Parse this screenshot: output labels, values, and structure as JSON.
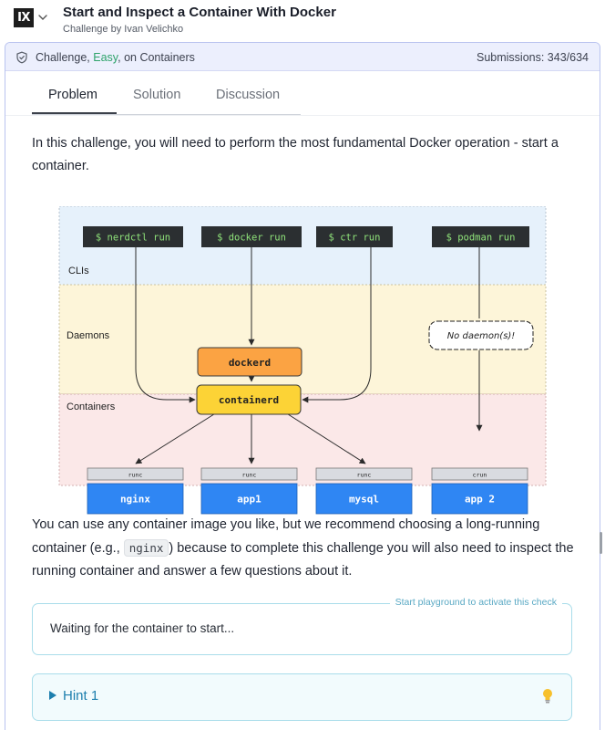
{
  "header": {
    "logo_text": "IX",
    "title": "Start and Inspect a Container With Docker",
    "subtitle": "Challenge by Ivan Velichko"
  },
  "infobar": {
    "prefix": "Challenge, ",
    "difficulty": "Easy",
    "suffix": ", on Containers",
    "submissions": "Submissions: 343/634",
    "difficulty_color": "#2fa36b"
  },
  "tabs": [
    {
      "label": "Problem",
      "active": true
    },
    {
      "label": "Solution",
      "active": false
    },
    {
      "label": "Discussion",
      "active": false
    }
  ],
  "intro": "In this challenge, you will need to perform the most fundamental Docker operation - start a container.",
  "diagram": {
    "sections": [
      "CLIs",
      "Daemons",
      "Containers"
    ],
    "clis": [
      "$ nerdctl run",
      "$ docker run",
      "$ ctr run",
      "$ podman run"
    ],
    "daemons": [
      "dockerd",
      "containerd"
    ],
    "no_daemon_note": "No daemon(s)!",
    "runtimes": [
      "runc",
      "runc",
      "runc",
      "crun"
    ],
    "containers": [
      "nginx",
      "app1",
      "mysql",
      "app 2"
    ],
    "colors": {
      "cli_bg": "#2b2f31",
      "cli_text": "#8fe37a",
      "dockerd": "#fba343",
      "containerd": "#fcd336",
      "container_box": "#2f86f3"
    }
  },
  "para2": {
    "before": "You can use any container image you like, but we recommend choosing a long-running container (e.g., ",
    "code": "nginx",
    "after": ") because to complete this challenge you will also need to inspect the running container and answer a few questions about it."
  },
  "check": {
    "legend": "Start playground to activate this check",
    "status": "Waiting for the container to start..."
  },
  "hint": {
    "label": "Hint 1"
  }
}
